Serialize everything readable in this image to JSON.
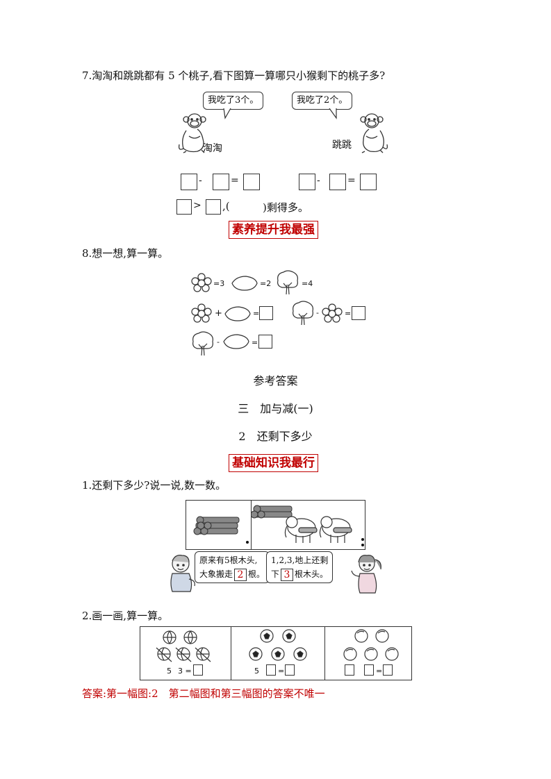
{
  "q7": {
    "text": "7.淘淘和跳跳都有 5 个桃子,看下图算一算哪只小猴剩下的桃子多?",
    "bubble_left": "我吃了3个。",
    "bubble_right": "我吃了2个。",
    "name_left": "淘淘",
    "name_right": "跳跳",
    "minus": "-",
    "equals": "=",
    "greater": ">",
    "comma_paren": ",(",
    "close_text": ")剩得多。"
  },
  "section_advanced": "素养提升我最强",
  "q8": {
    "text": "8.想一想,算一算。",
    "eq_flower": "=3",
    "eq_leaf": "=2",
    "eq_tree": "=4",
    "plus": "+",
    "minus": "-",
    "equals": "="
  },
  "answers": {
    "title": "参考答案",
    "unit": "三　加与减(一)",
    "lesson": "2　还剩下多少",
    "section_basic": "基础知识我最行",
    "q1_text": "1.还剩下多少?说一说,数一数。",
    "q1_bubble_left_line1": "原来有5根木头,",
    "q1_bubble_left_line2a": "大象搬走",
    "q1_bubble_left_value": "2",
    "q1_bubble_left_line2b": "根。",
    "q1_bubble_right_line1": "1,2,3,地上还剩",
    "q1_bubble_right_line2a": "下",
    "q1_bubble_right_value": "3",
    "q1_bubble_right_line2b": "根木头。",
    "q2_text": "2.画一画,算一算。",
    "q2_eq1_a": "5",
    "q2_eq1_b": "3 =",
    "q2_eq2_a": "5",
    "q2_eq_equals": "=",
    "answer_note": "答案:第一幅图:2　第二幅图和第三幅图的答案不唯一"
  }
}
